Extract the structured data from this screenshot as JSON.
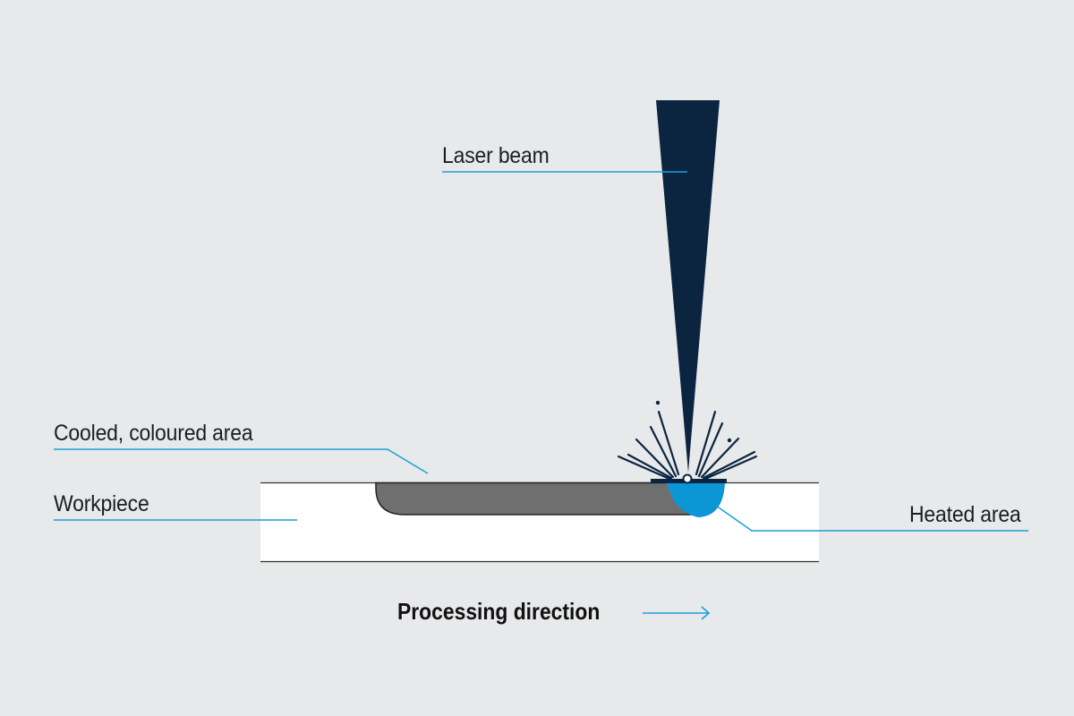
{
  "labels": {
    "laser_beam": "Laser beam",
    "cooled_area": "Cooled, coloured area",
    "workpiece": "Workpiece",
    "heated_area": "Heated area",
    "processing_direction": "Processing direction"
  },
  "colors": {
    "background": "#e8e9ea",
    "beam": "#0b2540",
    "leader": "#1aa0d8",
    "heated": "#0d96d6",
    "cooled": "#6f6f6f",
    "workpiece": "#ffffff"
  }
}
